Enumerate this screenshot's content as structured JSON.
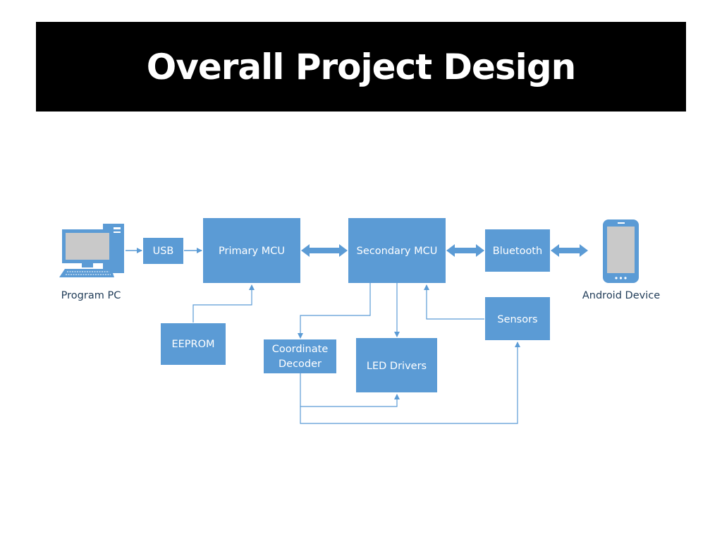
{
  "slide": {
    "title": "Overall Project Design"
  },
  "colors": {
    "box_fill": "#5b9bd5",
    "line": "#5b9bd5",
    "title_bg": "#000000",
    "title_text": "#ffffff",
    "caption": "#1f3b57"
  },
  "diagram": {
    "nodes": {
      "program_pc": {
        "label": "Program PC",
        "icon": "desktop-computer-icon"
      },
      "usb": {
        "label": "USB"
      },
      "primary_mcu": {
        "label": "Primary MCU"
      },
      "secondary_mcu": {
        "label": "Secondary MCU"
      },
      "bluetooth": {
        "label": "Bluetooth"
      },
      "android_device": {
        "label": "Android Device",
        "icon": "smartphone-icon"
      },
      "eeprom": {
        "label": "EEPROM"
      },
      "coordinate_decoder": {
        "label_line1": "Coordinate",
        "label_line2": "Decoder"
      },
      "led_drivers": {
        "label": "LED Drivers"
      },
      "sensors": {
        "label": "Sensors"
      }
    },
    "edges": [
      {
        "from": "program_pc",
        "to": "usb",
        "type": "arrow"
      },
      {
        "from": "usb",
        "to": "primary_mcu",
        "type": "arrow"
      },
      {
        "from": "primary_mcu",
        "to": "secondary_mcu",
        "type": "bidirectional"
      },
      {
        "from": "secondary_mcu",
        "to": "bluetooth",
        "type": "bidirectional"
      },
      {
        "from": "bluetooth",
        "to": "android_device",
        "type": "bidirectional"
      },
      {
        "from": "eeprom",
        "to": "primary_mcu",
        "type": "arrow"
      },
      {
        "from": "secondary_mcu",
        "to": "coordinate_decoder",
        "type": "arrow"
      },
      {
        "from": "secondary_mcu",
        "to": "led_drivers",
        "type": "arrow"
      },
      {
        "from": "sensors",
        "to": "secondary_mcu",
        "type": "arrow"
      },
      {
        "from": "coordinate_decoder",
        "to": "led_drivers",
        "type": "arrow"
      },
      {
        "from": "coordinate_decoder",
        "to": "sensors",
        "type": "arrow"
      }
    ]
  }
}
